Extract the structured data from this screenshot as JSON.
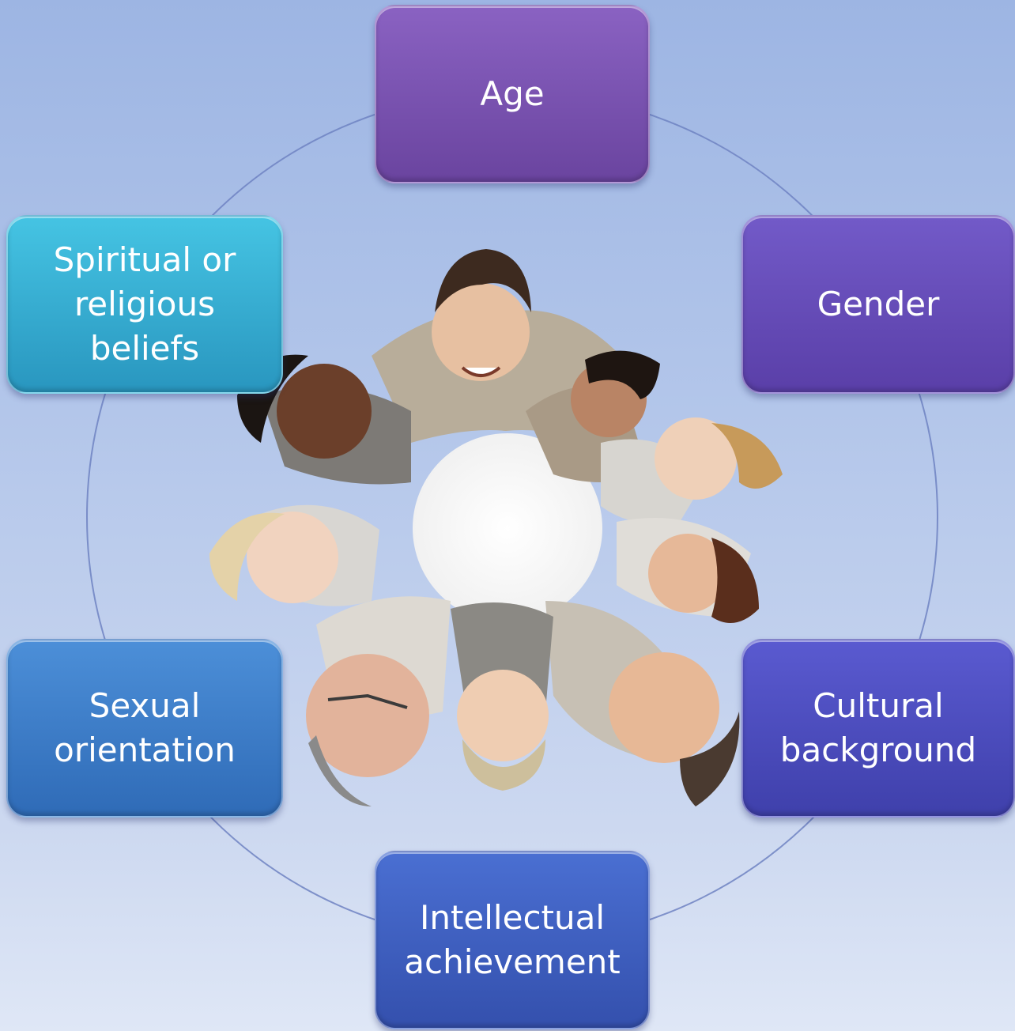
{
  "diagram": {
    "nodes": [
      {
        "id": "age",
        "name": "node-age",
        "label": "Age",
        "color_top": "#8a62c2",
        "color_bottom": "#6a449f"
      },
      {
        "id": "gender",
        "name": "node-gender",
        "label": "Gender",
        "color_top": "#725ac8",
        "color_bottom": "#5a3fa8"
      },
      {
        "id": "cultural",
        "name": "node-cultural-background",
        "label": "Cultural\nbackground",
        "color_top": "#5a5ad0",
        "color_bottom": "#3f40ab"
      },
      {
        "id": "intellectual",
        "name": "node-intellectual-achievement",
        "label": "Intellectual\nachievement",
        "color_top": "#4a6fd2",
        "color_bottom": "#3450ad"
      },
      {
        "id": "sexual",
        "name": "node-sexual-orientation",
        "label": "Sexual\norientation",
        "color_top": "#4c8fd8",
        "color_bottom": "#2f6bb7"
      },
      {
        "id": "spiritual",
        "name": "node-spiritual-or-religious-beliefs",
        "label": "Spiritual or\nreligious\nbeliefs",
        "color_top": "#45c4e3",
        "color_bottom": "#2996bf"
      }
    ],
    "ring_color": "#6f82c2",
    "center_image": "group-of-people-in-circle-looking-up"
  }
}
